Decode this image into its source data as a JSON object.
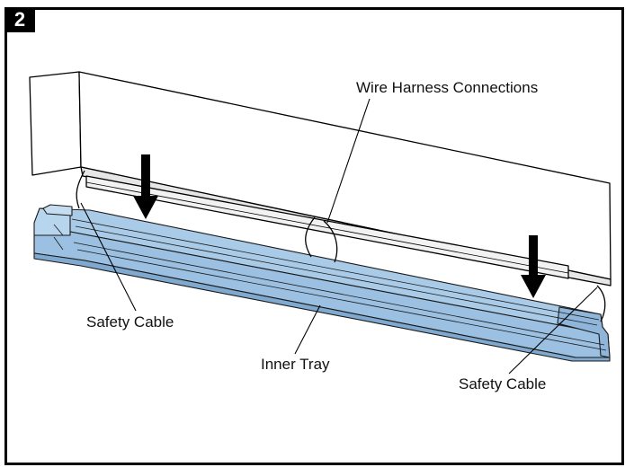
{
  "step": {
    "number": "2"
  },
  "labels": {
    "wire_harness": "Wire Harness Connections",
    "safety_cable_left": "Safety Cable",
    "inner_tray": "Inner Tray",
    "safety_cable_right": "Safety Cable"
  },
  "colors": {
    "tray_fill": "#a9cbe8",
    "tray_dark": "#7fa9cf",
    "housing_fill": "#ffffff",
    "line": "#000000"
  }
}
